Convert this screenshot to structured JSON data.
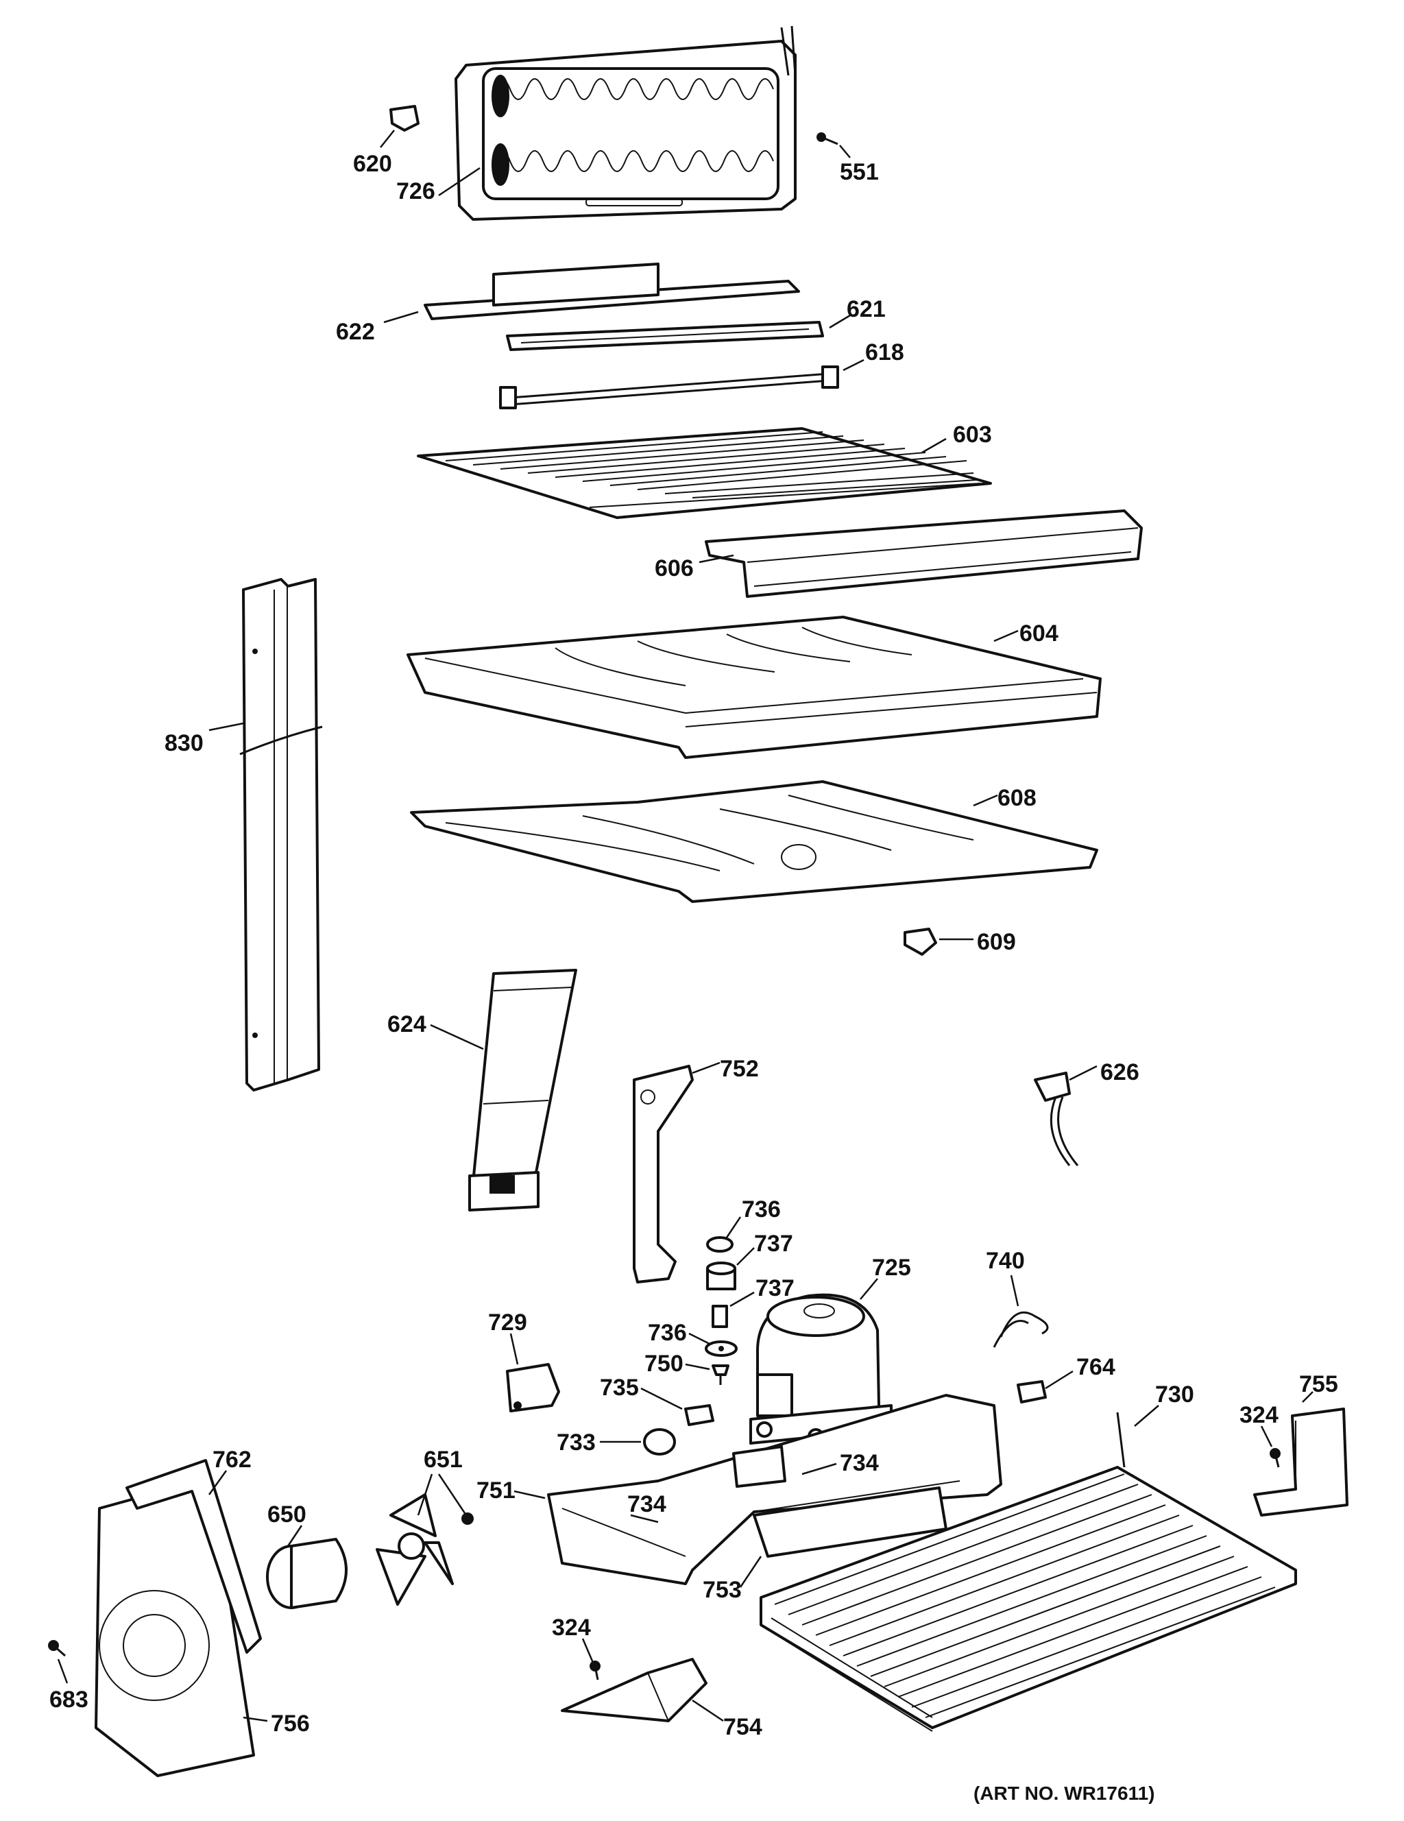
{
  "labels": {
    "p620": "620",
    "p726": "726",
    "p551": "551",
    "p622": "622",
    "p621": "621",
    "p618": "618",
    "p603": "603",
    "p606": "606",
    "p604": "604",
    "p830": "830",
    "p608": "608",
    "p609": "609",
    "p624": "624",
    "p752": "752",
    "p626": "626",
    "p736a": "736",
    "p737a": "737",
    "p737b": "737",
    "p725": "725",
    "p740": "740",
    "p729": "729",
    "p736b": "736",
    "p750": "750",
    "p764": "764",
    "p735": "735",
    "p730": "730",
    "p324a": "324",
    "p755": "755",
    "p733": "733",
    "p734a": "734",
    "p651": "651",
    "p751": "751",
    "p734b": "734",
    "p762": "762",
    "p650": "650",
    "p753": "753",
    "p324b": "324",
    "p756": "756",
    "p754": "754",
    "p683": "683"
  },
  "art_number": "(ART NO. WR17611)"
}
